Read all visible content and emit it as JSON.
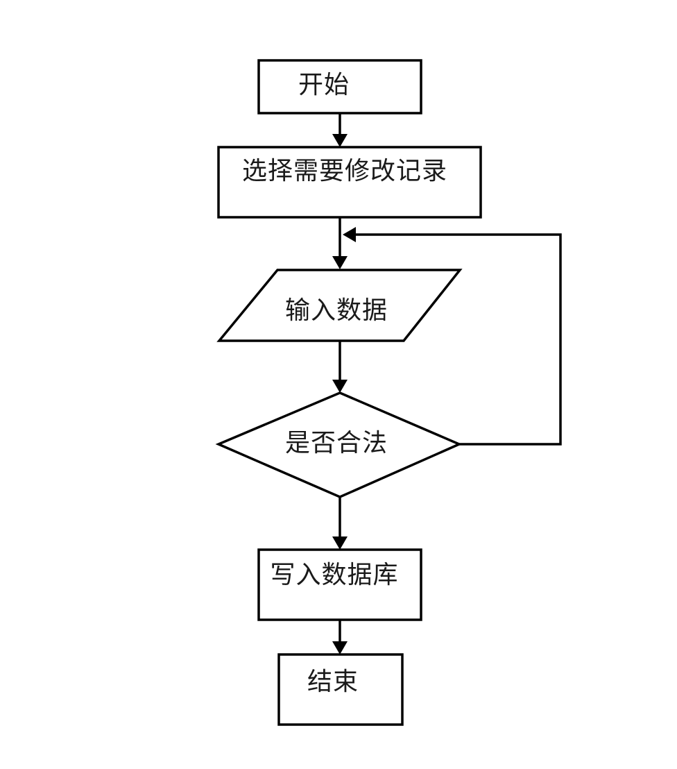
{
  "diagram": {
    "type": "flowchart",
    "background_color": "#ffffff",
    "stroke_color": "#000000",
    "text_color": "#1a1a1a",
    "nodes": {
      "start": {
        "label": "开始",
        "shape": "rectangle"
      },
      "select": {
        "label": "选择需要修改记录",
        "shape": "rectangle"
      },
      "input": {
        "label": "输入数据",
        "shape": "parallelogram"
      },
      "decision": {
        "label": "是否合法",
        "shape": "diamond"
      },
      "write": {
        "label": "写入数据库",
        "shape": "rectangle"
      },
      "end": {
        "label": "结束",
        "shape": "rectangle"
      }
    },
    "edges": [
      {
        "from": "start",
        "to": "select",
        "style": "arrow-down"
      },
      {
        "from": "select",
        "to": "input",
        "style": "arrow-down"
      },
      {
        "from": "input",
        "to": "decision",
        "style": "arrow-down"
      },
      {
        "from": "decision",
        "to": "write",
        "style": "arrow-down"
      },
      {
        "from": "decision",
        "to": "input",
        "style": "loop-back-right-side, arrow-left into connector above parallelogram"
      },
      {
        "from": "write",
        "to": "end",
        "style": "arrow-down"
      }
    ]
  }
}
